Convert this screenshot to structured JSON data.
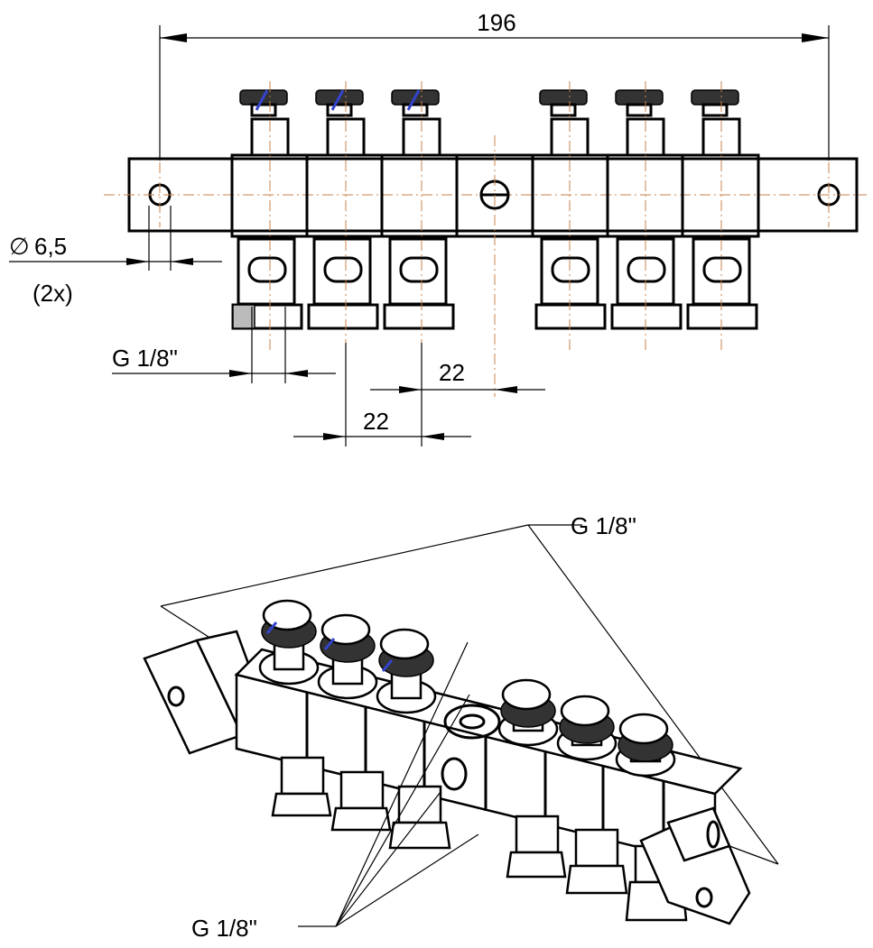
{
  "dimensions": {
    "overall_length": "196",
    "hole_diameter_symbol": "∅",
    "hole_diameter": "6,5",
    "hole_count": "(2x)",
    "thread_top_view": "G 1/8\"",
    "pitch_a": "22",
    "pitch_b": "22"
  },
  "callouts": {
    "iso_top": "G 1/8\"",
    "iso_bottom": "G 1/8\""
  },
  "colors": {
    "line": "#000000",
    "centerline": "#c9824a",
    "knurl_accent": "#3344cc"
  }
}
